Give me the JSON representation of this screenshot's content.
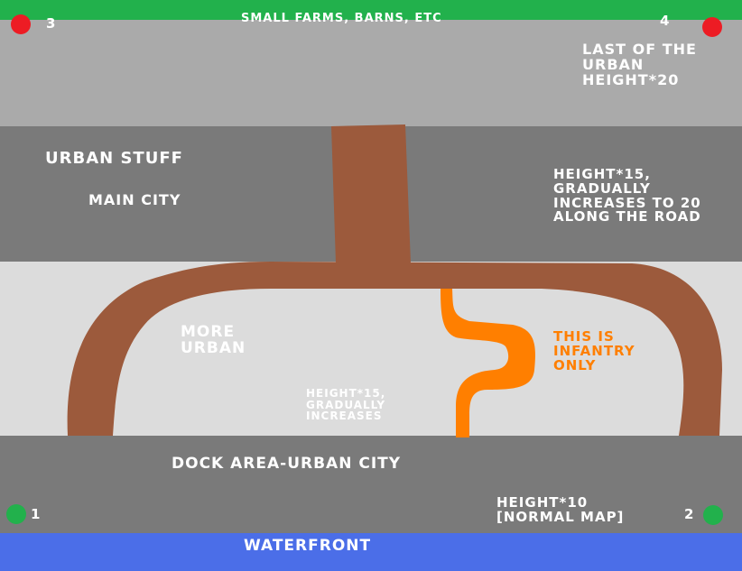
{
  "colors": {
    "farmland_green": "#22b14c",
    "upper_urban": "#aaaaaa",
    "urban_dark": "#7a7a7a",
    "lower_urban": "#dcdcdc",
    "dock_area": "#7a7a7a",
    "water": "#4b6ee8",
    "road": "#9c5a3c",
    "infantry_path": "#ff7f00",
    "enemy_marker": "#ed1c24",
    "ally_marker": "#22b14c"
  },
  "labels": {
    "farms": "SMALL FARMS, BARNS, ETC",
    "last_urban": "LAST OF THE\nURBAN\nHEIGHT*20",
    "urban_stuff": "URBAN STUFF",
    "main_city": "MAIN CITY",
    "height15_road": "HEIGHT*15,\nGRADUALLY\nINCREASES TO 20\nALONG THE ROAD",
    "more_urban": "MORE\nURBAN",
    "infantry": "THIS IS\nINFANTRY\nONLY",
    "height15_small": "HEIGHT*15,\nGRADUALLY\nINCREASES",
    "dock": "DOCK AREA-URBAN CITY",
    "height10": "HEIGHT*10\n[NORMAL MAP]",
    "waterfront": "WATERFRONT"
  },
  "markers": [
    {
      "number": "1",
      "team": "green"
    },
    {
      "number": "2",
      "team": "green"
    },
    {
      "number": "3",
      "team": "red"
    },
    {
      "number": "4",
      "team": "red"
    }
  ]
}
